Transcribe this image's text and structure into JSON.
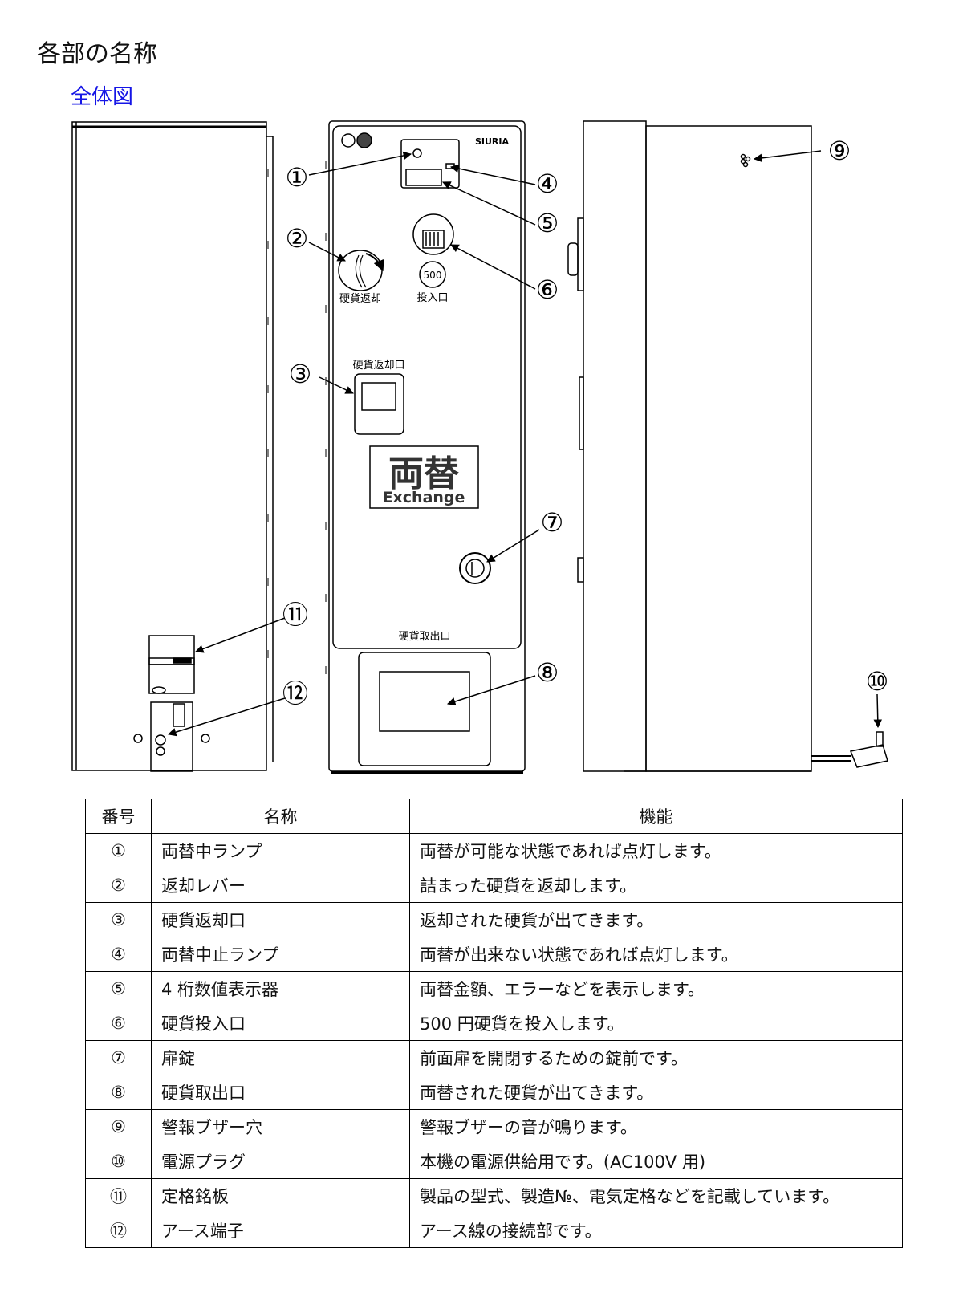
{
  "header": {
    "title": "各部の名称",
    "subtitle": "全体図"
  },
  "diagram": {
    "brand": "SIURIA",
    "front_labels": {
      "return_lever": "硬貨返却",
      "coin_insert": "投入口",
      "coin_value": "500",
      "return_slot": "硬貨返却口",
      "exchange_jp": "両替",
      "exchange_en": "Exchange",
      "coin_outlet": "硬貨取出口"
    },
    "callouts": [
      "①",
      "②",
      "③",
      "④",
      "⑤",
      "⑥",
      "⑦",
      "⑧",
      "⑨",
      "⑩",
      "⑪",
      "⑫"
    ]
  },
  "table": {
    "headers": [
      "番号",
      "名称",
      "機能"
    ],
    "rows": [
      {
        "num": "①",
        "name": "両替中ランプ",
        "func": "両替が可能な状態であれば点灯します。"
      },
      {
        "num": "②",
        "name": "返却レバー",
        "func": "詰まった硬貨を返却します。"
      },
      {
        "num": "③",
        "name": "硬貨返却口",
        "func": "返却された硬貨が出てきます。"
      },
      {
        "num": "④",
        "name": "両替中止ランプ",
        "func": "両替が出来ない状態であれば点灯します。"
      },
      {
        "num": "⑤",
        "name": "4 桁数値表示器",
        "func": "両替金額、エラーなどを表示します。"
      },
      {
        "num": "⑥",
        "name": "硬貨投入口",
        "func": "500 円硬貨を投入します。"
      },
      {
        "num": "⑦",
        "name": "扉錠",
        "func": "前面扉を開閉するための錠前です。"
      },
      {
        "num": "⑧",
        "name": "硬貨取出口",
        "func": "両替された硬貨が出てきます。"
      },
      {
        "num": "⑨",
        "name": "警報ブザー穴",
        "func": "警報ブザーの音が鳴ります。"
      },
      {
        "num": "⑩",
        "name": "電源プラグ",
        "func": "本機の電源供給用です。(AC100V 用)"
      },
      {
        "num": "⑪",
        "name": "定格銘板",
        "func": "製品の型式、製造№、電気定格などを記載しています。"
      },
      {
        "num": "⑫",
        "name": "アース端子",
        "func": "アース線の接続部です。"
      }
    ]
  }
}
